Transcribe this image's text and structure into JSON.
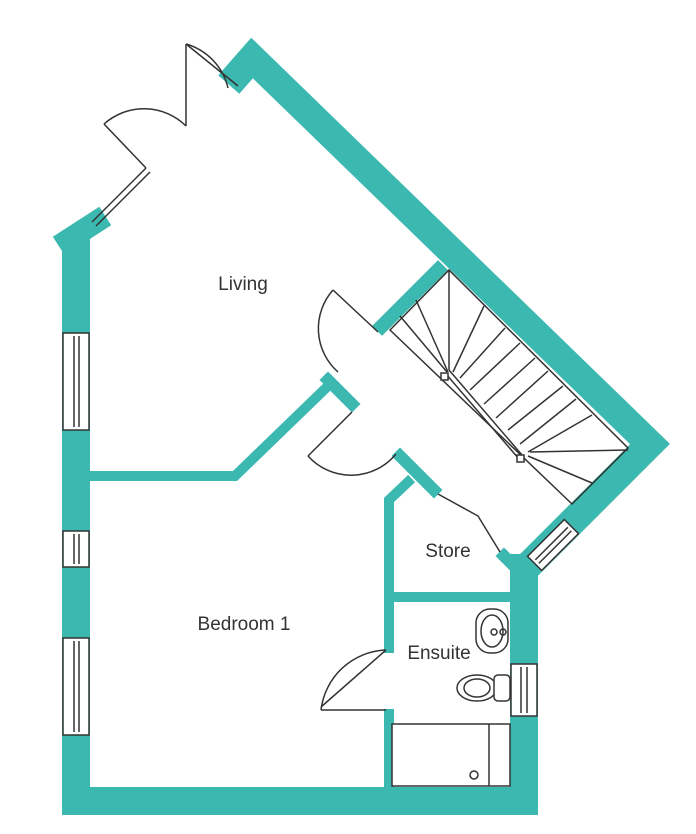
{
  "rooms": {
    "living": "Living",
    "bedroom": "Bedroom 1",
    "store": "Store",
    "ensuite": "Ensuite"
  },
  "colors": {
    "wall": "#3bb8b0",
    "line": "#333333"
  }
}
